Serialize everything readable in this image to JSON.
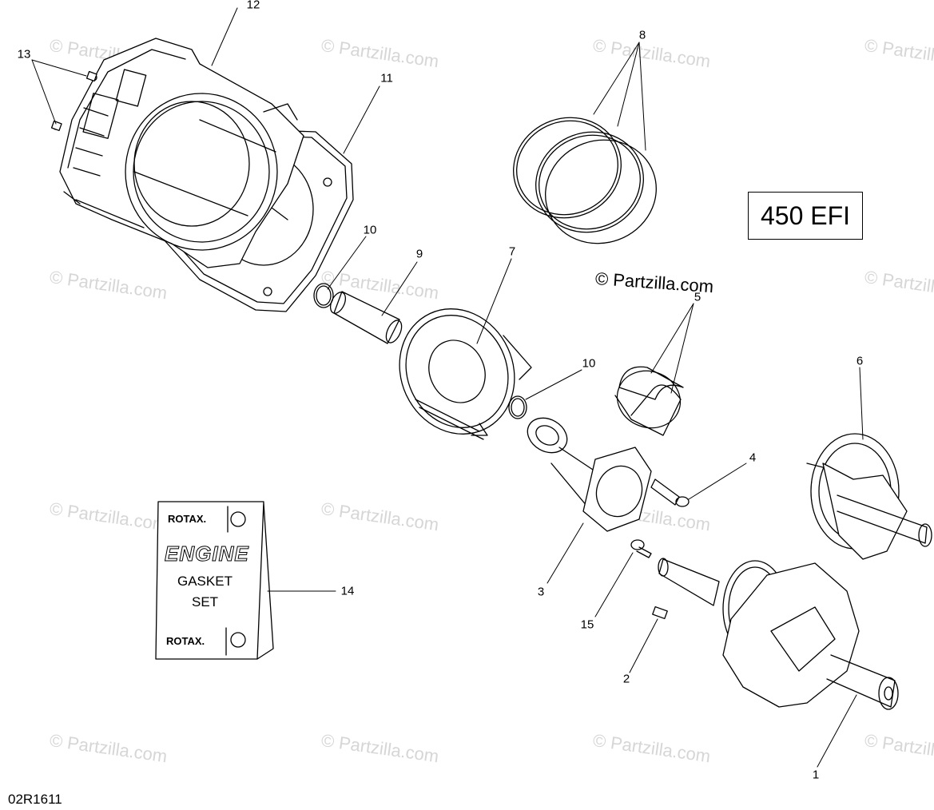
{
  "diagram": {
    "model_label": "450 EFI",
    "copyright_text": "© Partzilla.com",
    "reference_code": "02R1611",
    "watermark_text": "© Partzilla.com",
    "gasket_kit": {
      "brand_top": "ROTAX.",
      "title": "ENGINE",
      "line1": "GASKET",
      "line2": "SET",
      "brand_bottom": "ROTAX."
    },
    "callouts": {
      "c1": "1",
      "c2": "2",
      "c3": "3",
      "c4": "4",
      "c5": "5",
      "c6": "6",
      "c7": "7",
      "c8": "8",
      "c9": "9",
      "c10a": "10",
      "c10b": "10",
      "c11": "11",
      "c12": "12",
      "c13": "13",
      "c14": "14",
      "c15": "15"
    }
  }
}
